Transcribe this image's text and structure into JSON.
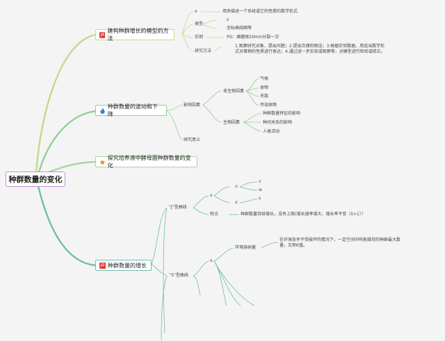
{
  "root": {
    "label": "种群数量的变化"
  },
  "branch1": {
    "label": "建构种群增长的模型的方法",
    "icon": "red-flag-icon",
    "item1": {
      "key": "o",
      "value": "用来描述一个系统或它的性质的数学形式"
    },
    "item2": {
      "key": "类型",
      "sub1": "s",
      "sub2": "坐标曲线图等"
    },
    "item3": {
      "key": "实例",
      "value": "PG：细菌每20min分裂一次"
    },
    "item4": {
      "key": "研究方法",
      "value": "1.观察研究对象，提出问题；2.提出合理的假设；3.根据实验数据，用适当数学形式对事物的性质进行表达；4.通过进一步实验或观察等，对模型进行检验或修正。"
    }
  },
  "branch2": {
    "label": "种群数量的波动和下降",
    "icon": "blue-flame-icon",
    "factors": "影响因素",
    "abiotic": {
      "label": "非生物因素",
      "items": [
        "气候",
        "食物",
        "天敌",
        "传染病等"
      ]
    },
    "biotic": {
      "label": "生物因素",
      "items": [
        "种群数量特征的影响",
        "种间关系的影响",
        "人类活动"
      ]
    },
    "significance": "研究意义"
  },
  "branch3": {
    "label": "探究培养液中酵母菌种群数量的变化",
    "icon": "orange-star-icon"
  },
  "branch4": {
    "label": "种群数量的增长",
    "icon": "red-flag-icon",
    "j_curve": {
      "label": "“J”型曲线",
      "o": "o",
      "u": {
        "label": "u",
        "items": [
          "v",
          "w"
        ]
      },
      "x": {
        "label": "x",
        "items": [
          "s"
        ]
      },
      "feature_key": "特点",
      "feature_value": "种群数量持续增长，没有上限(增长速率增大，增长率不变（λ>1））"
    },
    "s_curve": {
      "label": "“S”型曲线",
      "o": "o",
      "k_key": "环境容纳量",
      "k_value": "在环境条件不受破坏的情况下，一定空间中所能维持的种群最大数量，又称K值。"
    }
  },
  "colors": {
    "branch1_line": "#c5d98a",
    "branch2_line": "#8fcf95",
    "branch3_line": "#a6d6a0",
    "branch4_line": "#6fbcb0",
    "root_border": "#c48fd4",
    "flag_red": "#d93a3a",
    "flame_blue": "#2d7fd0",
    "star_orange": "#f08a24"
  }
}
